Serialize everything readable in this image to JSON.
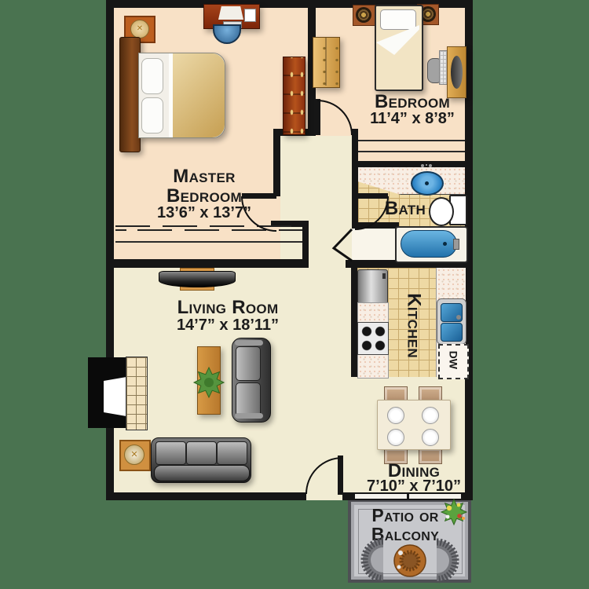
{
  "plan": {
    "background_color": "#4a7350",
    "wall_color": "#161616",
    "rooms": {
      "master_bedroom": {
        "name": "Master Bedroom",
        "dims": "13’6” x 13’7”"
      },
      "bedroom": {
        "name": "Bedroom",
        "dims": "11’4” x 8’8”"
      },
      "bath": {
        "name": "Bath"
      },
      "kitchen": {
        "name": "Kitchen"
      },
      "living_room": {
        "name": "Living Room",
        "dims": "14’7” x 18’11”"
      },
      "dining": {
        "name": "Dining",
        "dims": "7’10” x 7’10”"
      },
      "patio": {
        "name": "Patio or Balcony"
      }
    },
    "appliances": {
      "dishwasher_abbr": "DW"
    },
    "decor": {
      "cross_glyph": "✕"
    },
    "floor_colors": {
      "bedrooms": "#f8e1c6",
      "living_areas": "#f1ecd3",
      "tile": "#eed9a4",
      "patio": "#c7c8cc"
    }
  }
}
